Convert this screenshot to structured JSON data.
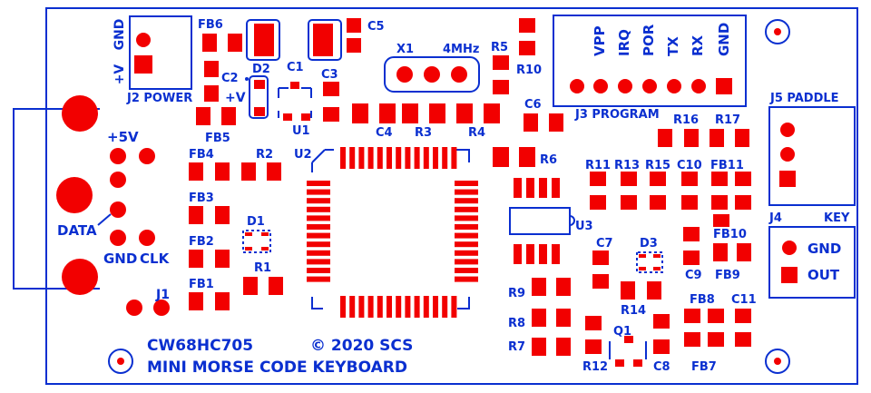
{
  "colors": {
    "background": "#ffffff",
    "silkscreen": "#0a2fd0",
    "copper": "#f20000"
  },
  "board": {
    "title": "CW68HC705",
    "copyright": "© 2020 SCS",
    "subtitle": "MINI MORSE CODE KEYBOARD"
  },
  "connectors": {
    "j2": {
      "label": "J2 POWER",
      "pins": [
        "GND",
        "+V"
      ]
    },
    "j3": {
      "label": "J3 PROGRAM",
      "pins": [
        "VPP",
        "IRQ",
        "POR",
        "TX",
        "RX",
        "GND"
      ]
    },
    "j5": {
      "label": "J5 PADDLE"
    },
    "j4": {
      "label": "J4",
      "key_label": "KEY",
      "pins": [
        "GND",
        "OUT"
      ]
    },
    "j1": {
      "label": "J1",
      "pins": [
        "+5V",
        "DATA",
        "GND",
        "CLK"
      ]
    }
  },
  "crystal": {
    "ref": "X1",
    "freq": "4MHz"
  },
  "power_marker": "+V",
  "refs": {
    "FB6": "FB6",
    "C2": "C2",
    "D2": "D2",
    "C1": "C1",
    "C3": "C3",
    "C5": "C5",
    "U1": "U1",
    "FB5": "FB5",
    "C4": "C4",
    "R3": "R3",
    "R4": "R4",
    "R5": "R5",
    "R10": "R10",
    "C6": "C6",
    "R6": "R6",
    "FB4": "FB4",
    "R2": "R2",
    "U2": "U2",
    "FB3": "FB3",
    "D1": "D1",
    "FB2": "FB2",
    "R1": "R1",
    "FB1": "FB1",
    "R16": "R16",
    "R17": "R17",
    "R11": "R11",
    "R13": "R13",
    "R15": "R15",
    "C10": "C10",
    "FB11": "FB11",
    "U3": "U3",
    "FB10": "FB10",
    "C7": "C7",
    "D3": "D3",
    "C9": "C9",
    "FB9": "FB9",
    "R9": "R9",
    "R8": "R8",
    "R7": "R7",
    "R14": "R14",
    "Q1": "Q1",
    "R12": "R12",
    "C8": "C8",
    "FB8": "FB8",
    "C11": "C11",
    "FB7": "FB7"
  }
}
